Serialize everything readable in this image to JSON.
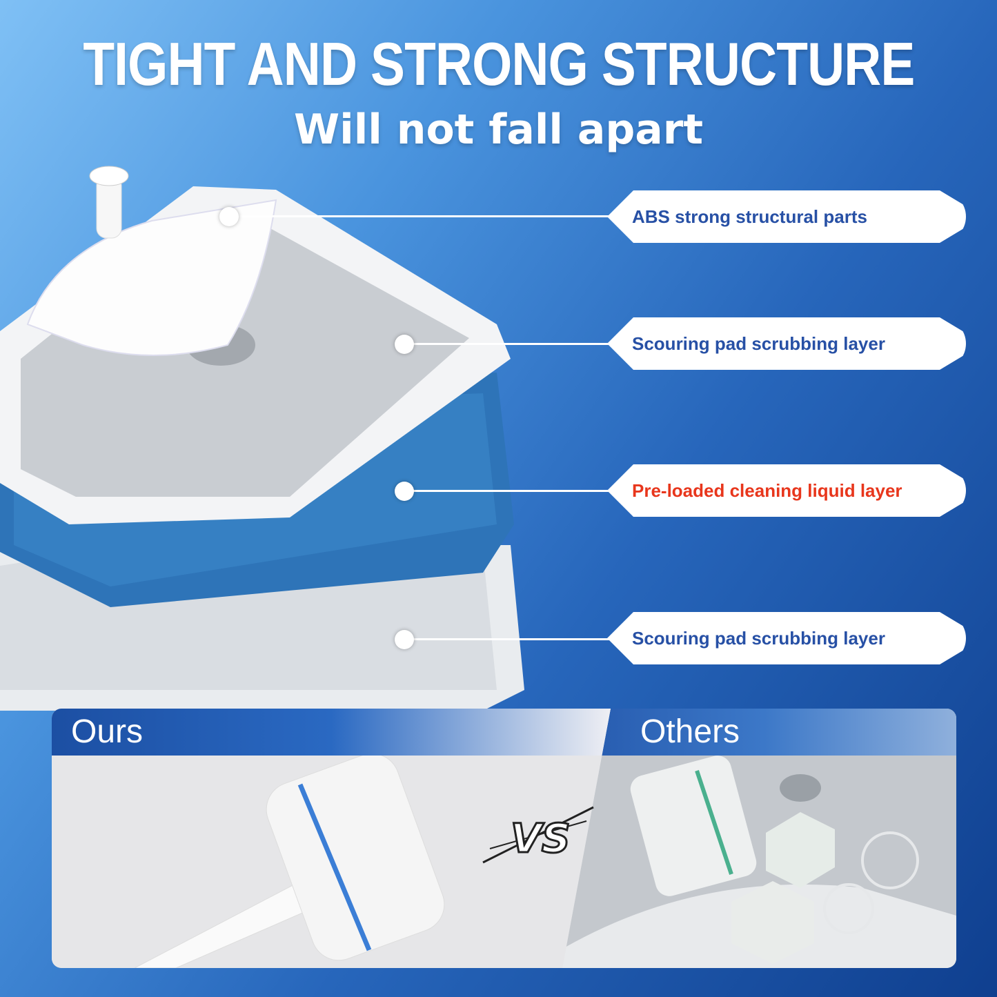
{
  "title": "TIGHT AND STRONG STRUCTURE",
  "subtitle": "Will not fall apart",
  "callouts": [
    {
      "label": "ABS strong structural parts",
      "color": "#2750a5"
    },
    {
      "label": "Scouring pad scrubbing layer",
      "color": "#2750a5"
    },
    {
      "label": "Pre-loaded cleaning liquid layer",
      "color": "#e8361c"
    },
    {
      "label": "Scouring pad scrubbing layer",
      "color": "#2750a5"
    }
  ],
  "comparison": {
    "ours": "Ours",
    "others": "Others",
    "vs": "VS"
  }
}
